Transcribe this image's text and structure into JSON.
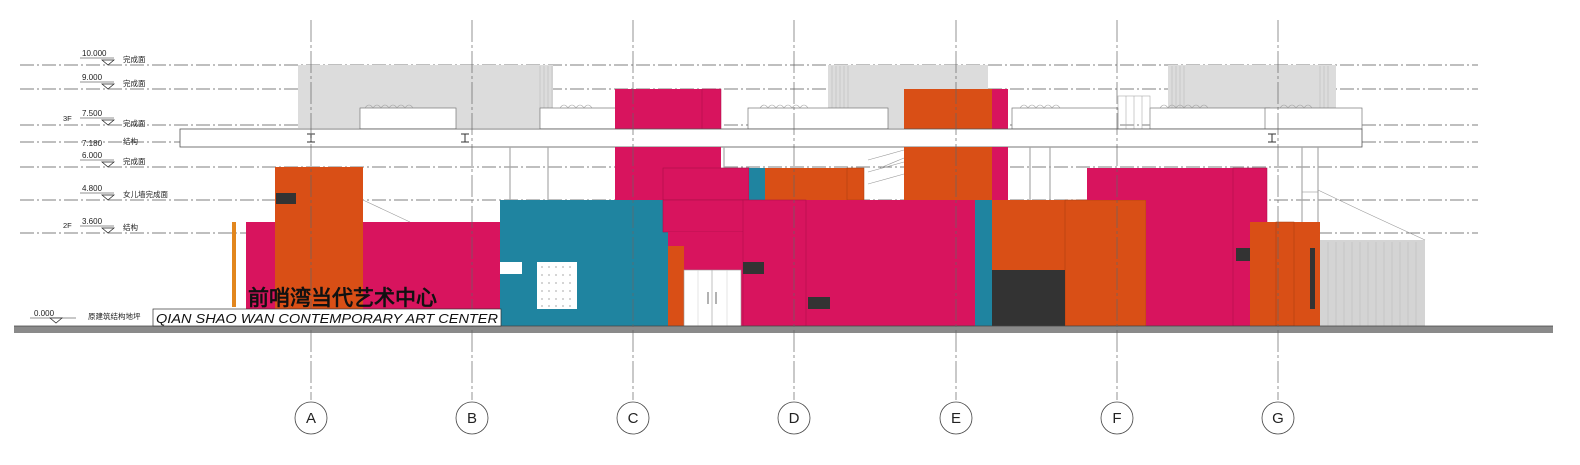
{
  "colors": {
    "magenta": "#d8145e",
    "orange": "#d94f16",
    "teal": "#1f84a0",
    "dark": "#333333",
    "ground": "#8a8a8a",
    "cladding": "#dcdcdc"
  },
  "levels": [
    {
      "value": "10.000",
      "note": "完成面",
      "floor": ""
    },
    {
      "value": "9.000",
      "note": "完成面",
      "floor": ""
    },
    {
      "value": "7.500",
      "note": "完成面",
      "floor": "3F"
    },
    {
      "value": "7.180",
      "note": "结构",
      "floor": ""
    },
    {
      "value": "6.000",
      "note": "完成面",
      "floor": ""
    },
    {
      "value": "4.800",
      "note": "女儿墙完成面",
      "floor": ""
    },
    {
      "value": "3.600",
      "note": "结构",
      "floor": "2F"
    }
  ],
  "grade": {
    "value": "0.000",
    "note": "原建筑结构地坪"
  },
  "axes": [
    "A",
    "B",
    "C",
    "D",
    "E",
    "F",
    "G"
  ],
  "title_cn": "前哨湾当代艺术中心",
  "title_en": "QIAN SHAO WAN CONTEMPORARY ART CENTER"
}
